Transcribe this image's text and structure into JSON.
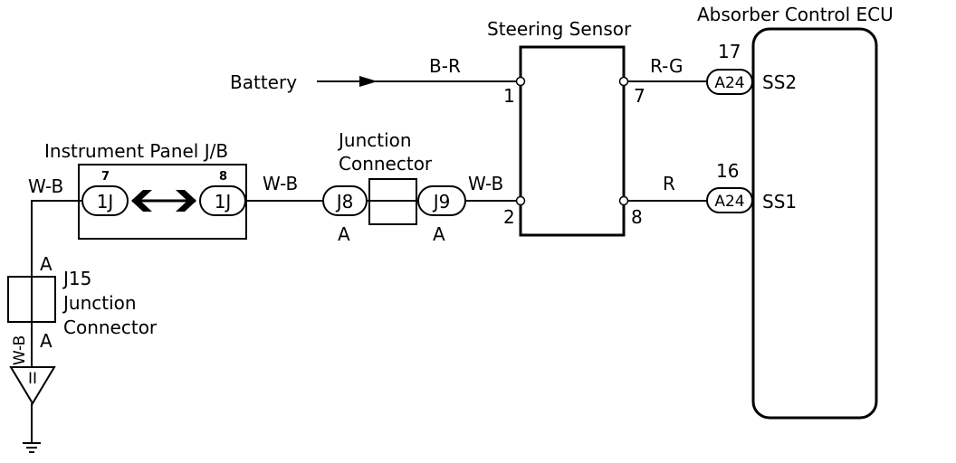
{
  "labels": {
    "steering_sensor": "Steering Sensor",
    "ecu": "Absorber Control ECU",
    "battery": "Battery",
    "instrument_panel": "Instrument Panel J/B",
    "junction_connector_line1": "Junction",
    "junction_connector_line2": "Connector",
    "j15_line1": "J15",
    "j15_line2": "Junction",
    "j15_line3": "Connector"
  },
  "wires": {
    "battery_to_sensor": "B-R",
    "sensor7_to_ecu": "R-G",
    "sensor8_to_ecu": "R",
    "ground_left": "W-B",
    "jb_to_j8": "W-B",
    "j9_to_sensor": "W-B",
    "vertical_ground": "W-B"
  },
  "pins": {
    "sensor_1": "1",
    "sensor_2": "2",
    "sensor_7": "7",
    "sensor_8": "8",
    "ecu_17": "17",
    "ecu_16": "16",
    "jb_7": "7",
    "jb_8": "8"
  },
  "terminals": {
    "ss2": "SS2",
    "ss1": "SS1"
  },
  "connectors": {
    "a24_top": "A24",
    "a24_bottom": "A24",
    "jb_left": "1J",
    "jb_right": "1J",
    "j8": "J8",
    "j9": "J9",
    "j8_sub": "A",
    "j9_sub": "A",
    "j15_top": "A",
    "j15_bottom": "A"
  },
  "ground_symbol": "II"
}
